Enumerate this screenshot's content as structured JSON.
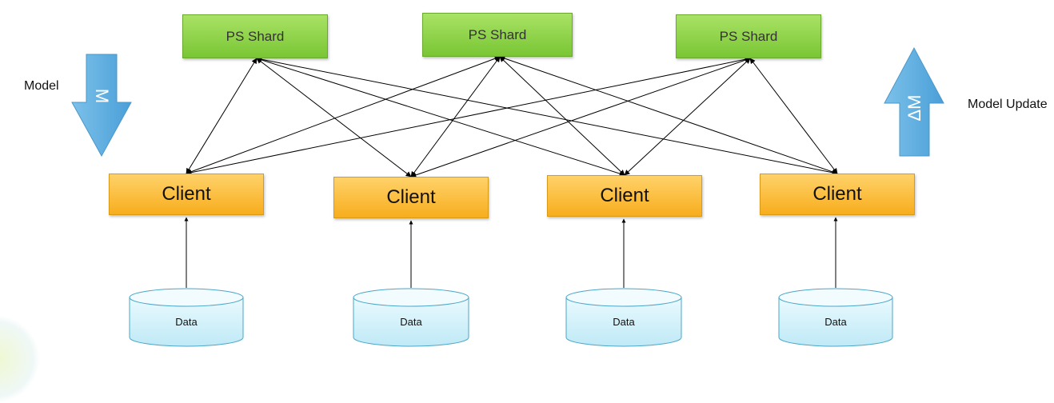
{
  "labels": {
    "model": "Model",
    "model_update": "Model Update",
    "down_arrow_glyph": "M",
    "up_arrow_glyph": "ΔM"
  },
  "ps_shards": [
    {
      "label": "PS Shard"
    },
    {
      "label": "PS Shard"
    },
    {
      "label": "PS Shard"
    }
  ],
  "clients": [
    {
      "label": "Client"
    },
    {
      "label": "Client"
    },
    {
      "label": "Client"
    },
    {
      "label": "Client"
    }
  ],
  "data_stores": [
    {
      "label": "Data"
    },
    {
      "label": "Data"
    },
    {
      "label": "Data"
    },
    {
      "label": "Data"
    }
  ],
  "colors": {
    "ps_fill": "#8fd14f",
    "client_fill": "#fbbf33",
    "data_fill": "#d8f3fb",
    "data_stroke": "#4aa6c8",
    "arrow_fill": "#5aaee0"
  }
}
